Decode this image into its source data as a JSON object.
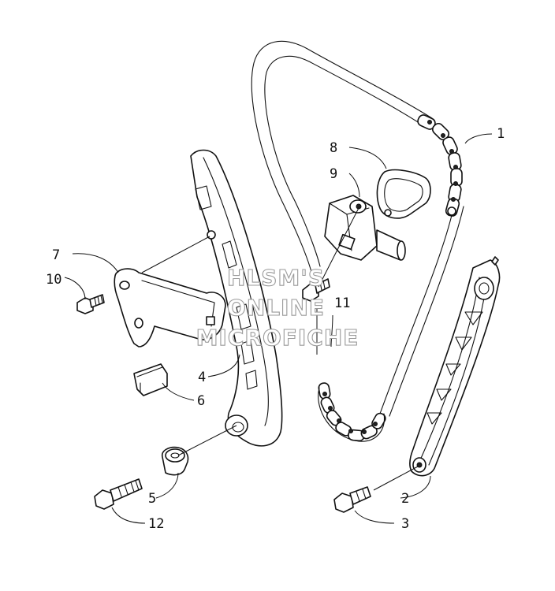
{
  "callouts": [
    {
      "id": "1",
      "label": "1"
    },
    {
      "id": "2",
      "label": "2"
    },
    {
      "id": "3",
      "label": "3"
    },
    {
      "id": "4",
      "label": "4"
    },
    {
      "id": "5",
      "label": "5"
    },
    {
      "id": "6",
      "label": "6"
    },
    {
      "id": "7",
      "label": "7"
    },
    {
      "id": "8",
      "label": "8"
    },
    {
      "id": "9",
      "label": "9"
    },
    {
      "id": "10",
      "label": "10"
    },
    {
      "id": "11",
      "label": "11"
    },
    {
      "id": "12",
      "label": "12"
    }
  ],
  "watermark": {
    "line1": "HLSM'S",
    "line2": "ONLINE",
    "line3": "MICROFICHE"
  },
  "colors": {
    "line": "#111111",
    "background": "#ffffff",
    "watermark_outline": "#9a9a9a"
  }
}
